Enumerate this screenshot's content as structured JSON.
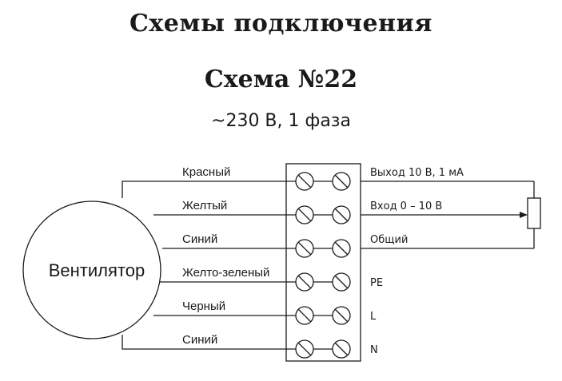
{
  "header": {
    "title": "Схемы подключения",
    "scheme": "Схема №22",
    "supply": "~230 В, 1 фаза"
  },
  "fan": {
    "label": "Вентилятор"
  },
  "wires": [
    "Красный",
    "Желтый",
    "Синий",
    "Желто-зеленый",
    "Черный",
    "Синий"
  ],
  "terminals": [
    "Выход 10 В, 1 мА",
    "Вход 0 – 10 В",
    "Общий",
    "PE",
    "L",
    "N"
  ],
  "colors": {
    "line": "#1a1a1a",
    "background": "#ffffff"
  },
  "icons": [
    "screw-terminal-icon",
    "potentiometer-icon"
  ]
}
